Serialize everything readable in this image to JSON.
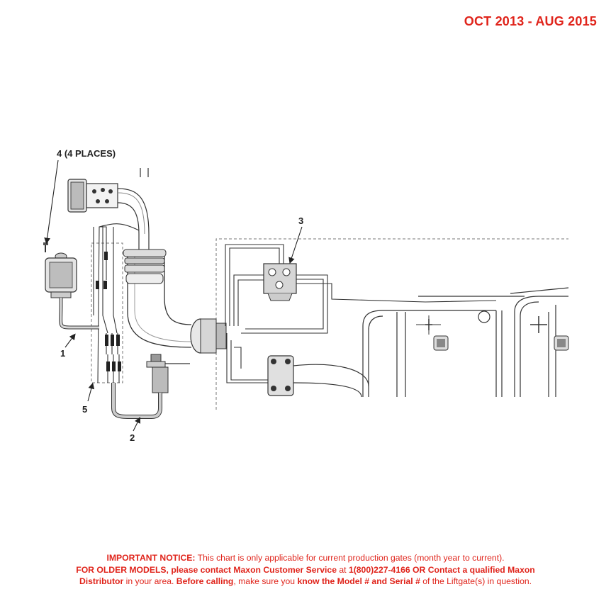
{
  "header": {
    "date_range": "OCT 2013 - AUG 2015"
  },
  "callouts": {
    "c4": "4 (4 PLACES)",
    "c3": "3",
    "c1": "1",
    "c5": "5",
    "c2": "2"
  },
  "notice": {
    "l1_bold": "IMPORTANT NOTICE:",
    "l1_text": " This chart is only applicable for current production gates (month year to current).",
    "l2_bold1": "FOR OLDER MODELS, please contact Maxon Customer Service",
    "l2_text": " at ",
    "l2_bold2": "1(800)227-4166 OR Contact a qualified Maxon",
    "l3_bold1": "Distributor",
    "l3_text1": " in your area. ",
    "l3_bold2": "Before calling",
    "l3_text2": ", make sure you ",
    "l3_bold3": "know the Model # and Serial #",
    "l3_text3": " of the Liftgate(s) in question."
  },
  "colors": {
    "accent": "#e0241b",
    "line": "#333333"
  }
}
